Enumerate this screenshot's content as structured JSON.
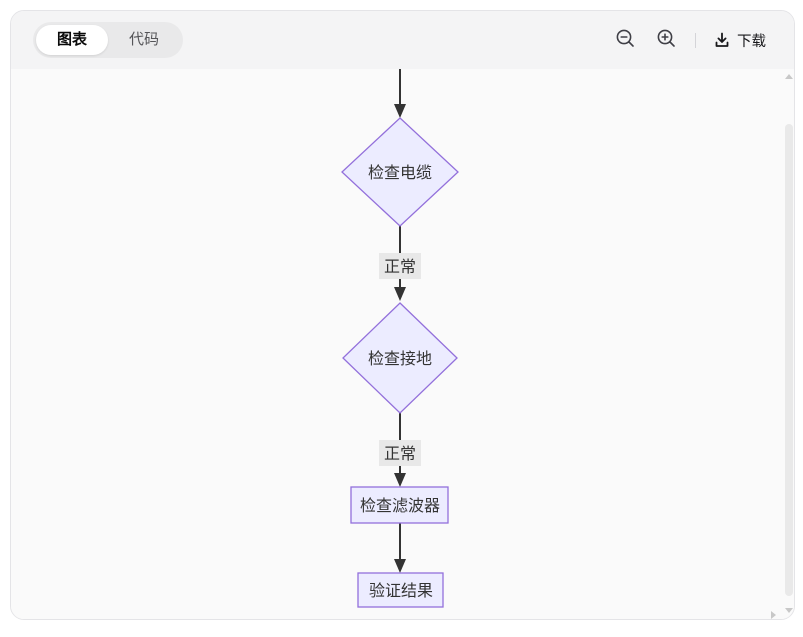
{
  "toolbar": {
    "tabs": [
      {
        "label": "图表",
        "active": true
      },
      {
        "label": "代码",
        "active": false
      }
    ],
    "download_label": "下载"
  },
  "diagram": {
    "type": "flowchart",
    "direction": "top-down",
    "nodes": [
      {
        "id": "check-cable",
        "shape": "diamond",
        "label": "检查电缆"
      },
      {
        "id": "check-ground",
        "shape": "diamond",
        "label": "检查接地"
      },
      {
        "id": "check-filter",
        "shape": "rect",
        "label": "检查滤波器"
      },
      {
        "id": "verify-result",
        "shape": "rect",
        "label": "验证结果"
      }
    ],
    "edges": [
      {
        "from": "offscreen-top",
        "to": "check-cable",
        "label": ""
      },
      {
        "from": "check-cable",
        "to": "check-ground",
        "label": "正常"
      },
      {
        "from": "check-ground",
        "to": "check-filter",
        "label": "正常"
      },
      {
        "from": "check-filter",
        "to": "verify-result",
        "label": ""
      }
    ],
    "colors": {
      "node_fill": "#ECECFF",
      "node_border": "#9370DB",
      "edge": "#333333",
      "edge_label_bg": "#e8e8e8",
      "text": "#333333"
    }
  }
}
